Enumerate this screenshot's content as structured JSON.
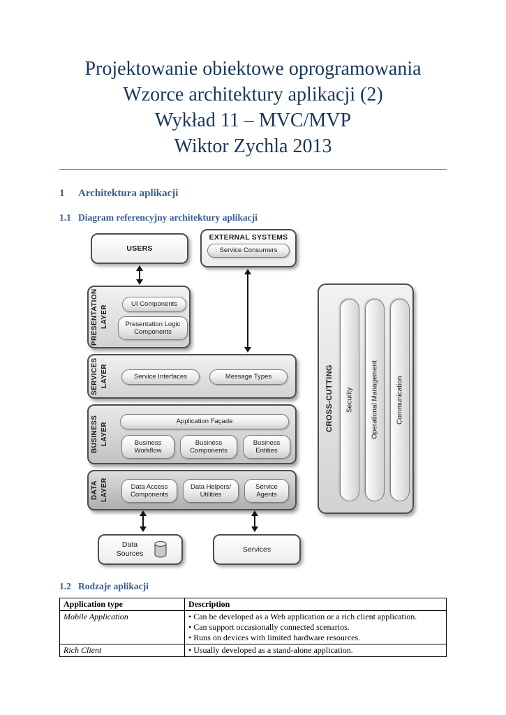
{
  "title": {
    "lines": [
      "Projektowanie obiektowe oprogramowania",
      "Wzorce architektury aplikacji (2)",
      "Wykład 11 – MVC/MVP",
      "Wiktor Zychla 2013"
    ]
  },
  "headings": {
    "h1": {
      "num": "1",
      "label": "Architektura aplikacji"
    },
    "h11": {
      "num": "1.1",
      "label": "Diagram referencyjny architektury aplikacji"
    },
    "h12": {
      "num": "1.2",
      "label": "Rodzaje aplikacji"
    }
  },
  "diagram": {
    "users": "USERS",
    "external_systems": "EXTERNAL SYSTEMS",
    "service_consumers": "Service Consumers",
    "presentation_layer": "PRESENTATION LAYER",
    "ui_components": "UI Components",
    "presentation_logic": "Presentation Logic Components",
    "services_layer": "SERVICES LAYER",
    "service_interfaces": "Service Interfaces",
    "message_types": "Message Types",
    "business_layer": "BUSINESS LAYER",
    "application_facade": "Application Façade",
    "business_workflow": "Business Workflow",
    "business_components": "Business Components",
    "business_entities": "Business Entities",
    "data_layer": "DATA LAYER",
    "data_access": "Data Access Components",
    "data_helpers": "Data Helpers/ Utilities",
    "service_agents": "Service Agents",
    "data_sources": "Data Sources",
    "services": "Services",
    "cross_cutting": "CROSS-CUTTING",
    "security": "Security",
    "operational_management": "Operational Management",
    "communication": "Communication"
  },
  "table": {
    "headers": [
      "Application type",
      "Description"
    ],
    "rows": [
      {
        "type": "Mobile Application",
        "bullets": [
          "• Can be developed as a Web application or a rich client application.",
          "• Can support occasionally connected scenarios.",
          "• Runs on devices with limited hardware resources."
        ]
      },
      {
        "type": "Rich Client",
        "bullets": [
          "• Usually developed as a stand-alone application."
        ]
      }
    ]
  }
}
